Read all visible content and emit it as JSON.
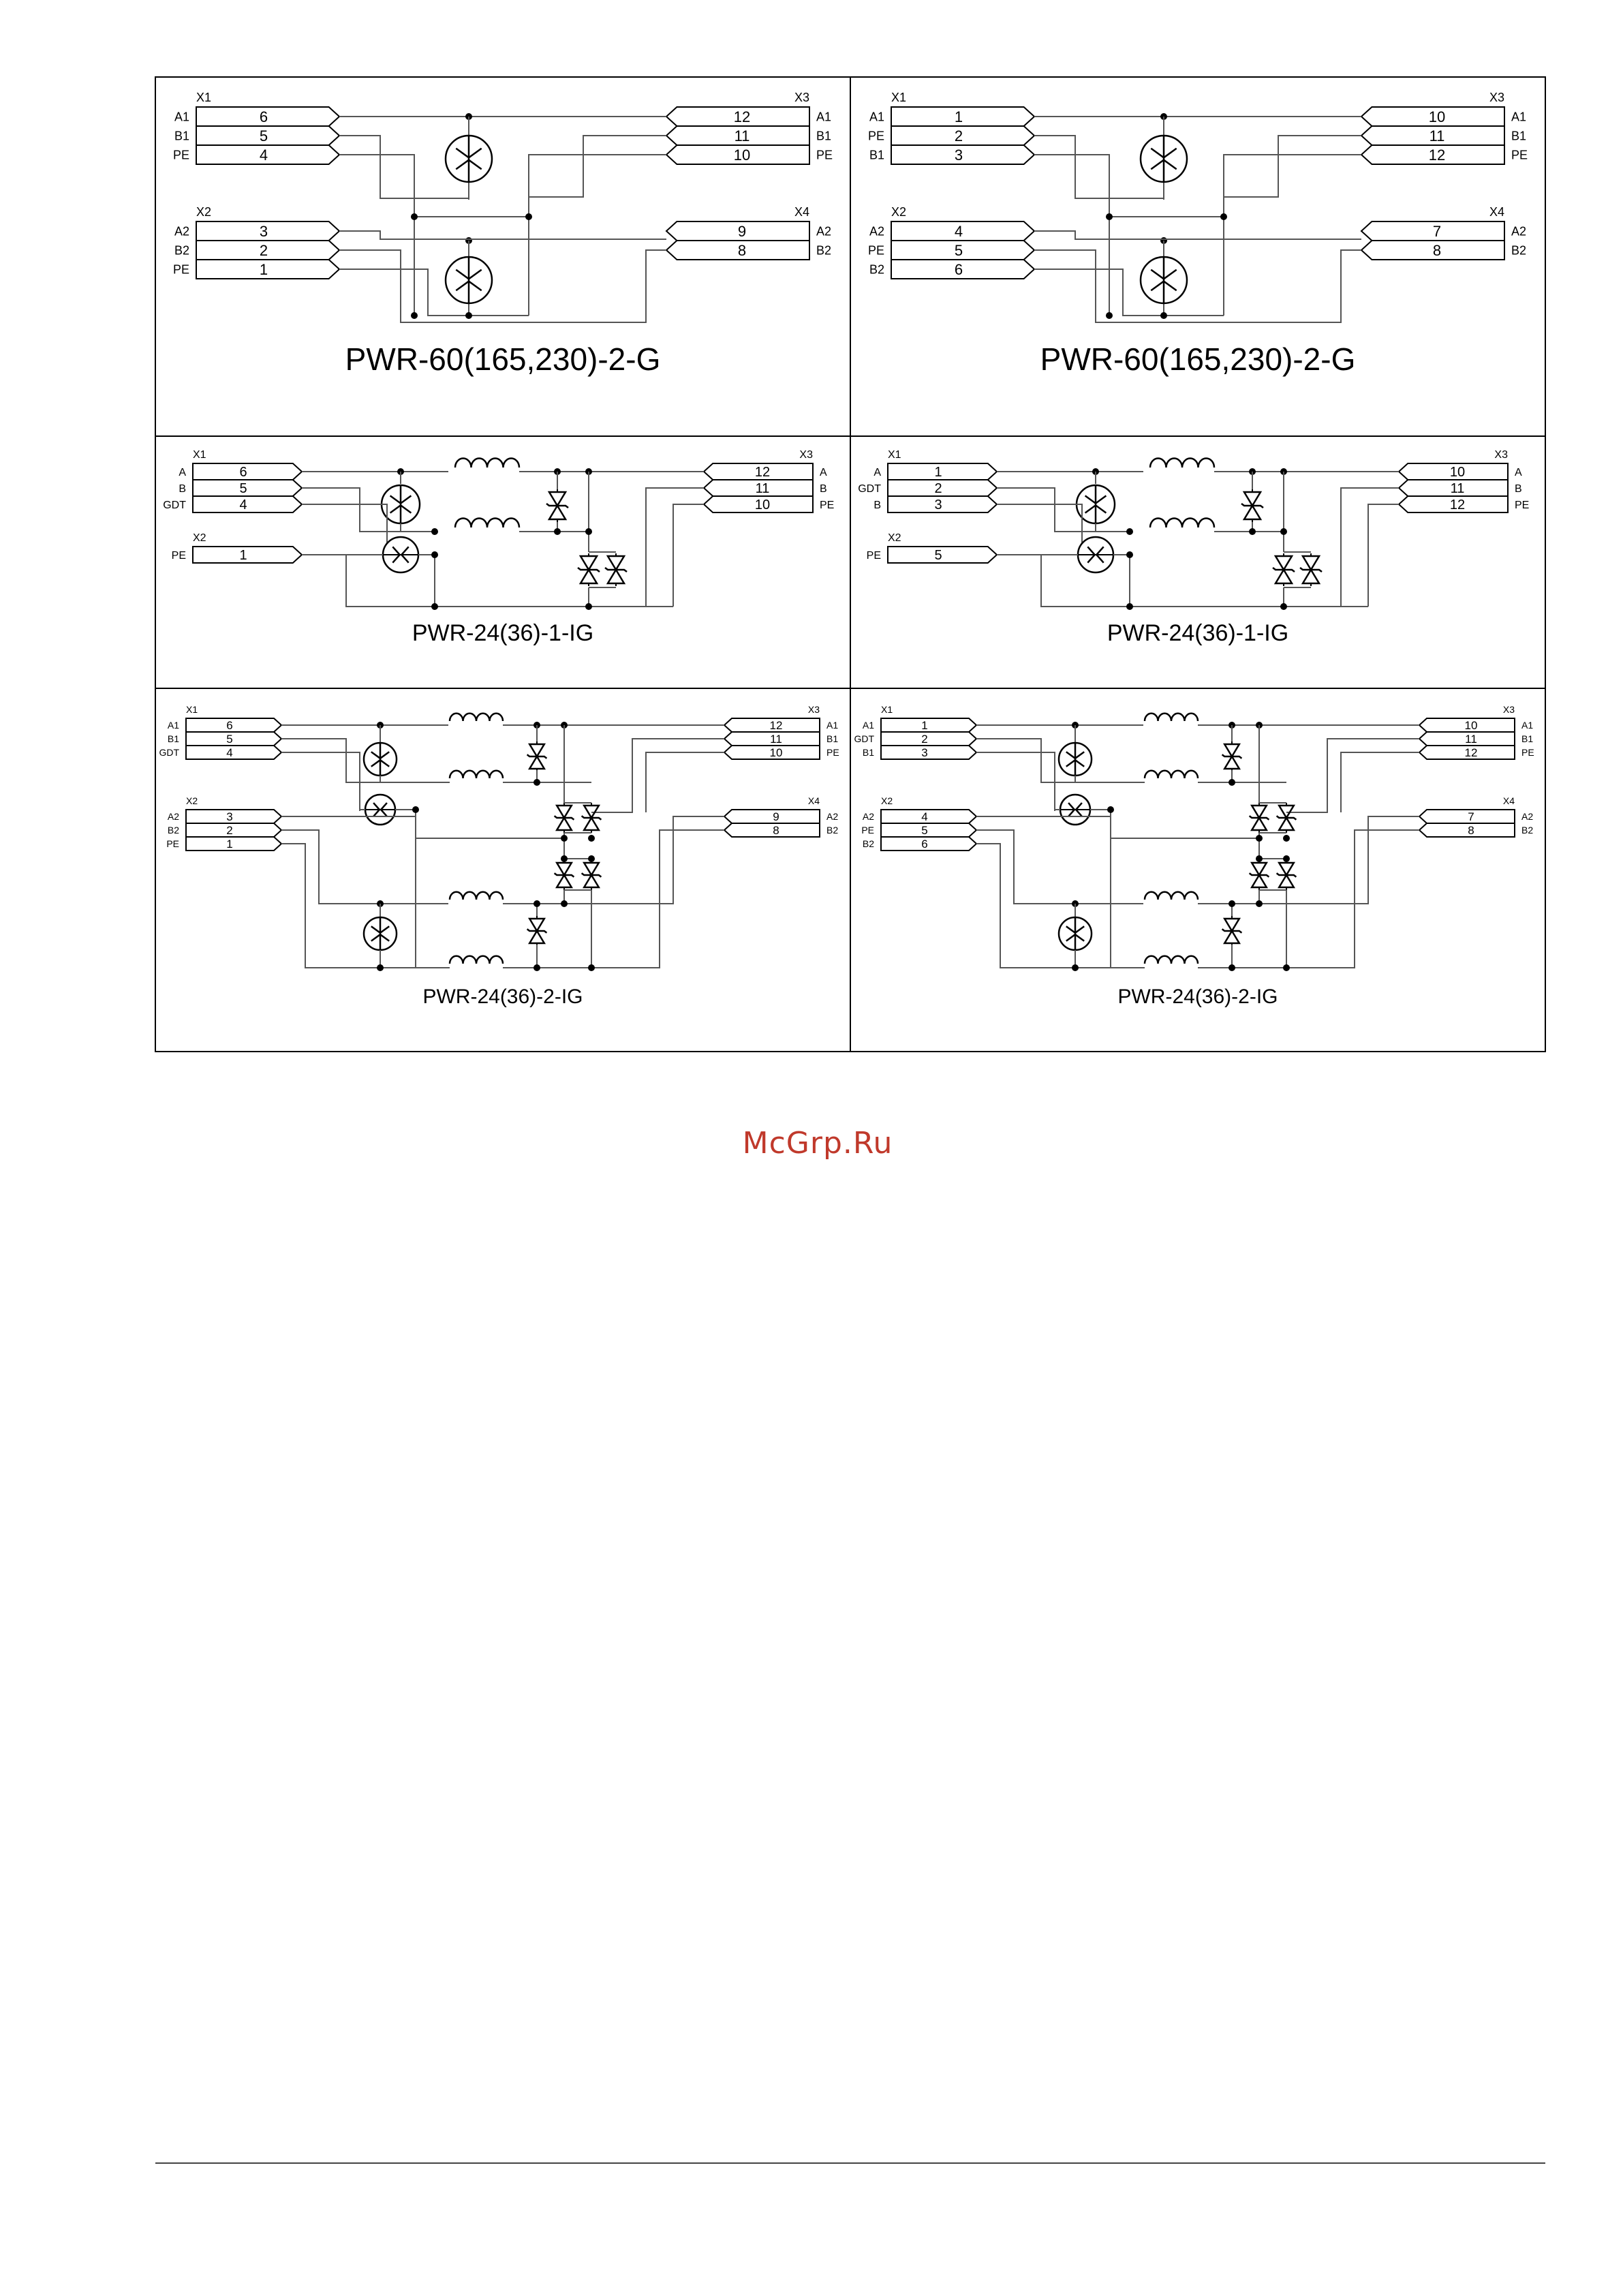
{
  "panels": [
    {
      "id": "p1",
      "type": "gdt2",
      "title": "PWR-60(165,230)-2-G",
      "left_top": {
        "conn": "X1",
        "rows": [
          {
            "label": "A1",
            "pin": "6"
          },
          {
            "label": "B1",
            "pin": "5"
          },
          {
            "label": "PE",
            "pin": "4"
          }
        ]
      },
      "left_bottom": {
        "conn": "X2",
        "rows": [
          {
            "label": "A2",
            "pin": "3"
          },
          {
            "label": "B2",
            "pin": "2"
          },
          {
            "label": "PE",
            "pin": "1"
          }
        ]
      },
      "right_top": {
        "conn": "X3",
        "rows": [
          {
            "label": "A1",
            "pin": "12"
          },
          {
            "label": "B1",
            "pin": "11"
          },
          {
            "label": "PE",
            "pin": "10"
          }
        ]
      },
      "right_bottom": {
        "conn": "X4",
        "rows": [
          {
            "label": "A2",
            "pin": "9"
          },
          {
            "label": "B2",
            "pin": "8"
          }
        ]
      }
    },
    {
      "id": "p2",
      "type": "gdt2",
      "title": "PWR-60(165,230)-2-G",
      "left_top": {
        "conn": "X1",
        "rows": [
          {
            "label": "A1",
            "pin": "1"
          },
          {
            "label": "PE",
            "pin": "2"
          },
          {
            "label": "B1",
            "pin": "3"
          }
        ]
      },
      "left_bottom": {
        "conn": "X2",
        "rows": [
          {
            "label": "A2",
            "pin": "4"
          },
          {
            "label": "PE",
            "pin": "5"
          },
          {
            "label": "B2",
            "pin": "6"
          }
        ]
      },
      "right_top": {
        "conn": "X3",
        "rows": [
          {
            "label": "A1",
            "pin": "10"
          },
          {
            "label": "B1",
            "pin": "11"
          },
          {
            "label": "PE",
            "pin": "12"
          }
        ]
      },
      "right_bottom": {
        "conn": "X4",
        "rows": [
          {
            "label": "A2",
            "pin": "7"
          },
          {
            "label": "B2",
            "pin": "8"
          }
        ]
      }
    },
    {
      "id": "p3",
      "type": "ig1",
      "title": "PWR-24(36)-1-IG",
      "left_top": {
        "conn": "X1",
        "rows": [
          {
            "label": "A",
            "pin": "6"
          },
          {
            "label": "B",
            "pin": "5"
          },
          {
            "label": "GDT",
            "pin": "4"
          }
        ]
      },
      "left_bottom": {
        "conn": "X2",
        "rows": [
          {
            "label": "PE",
            "pin": "1"
          }
        ]
      },
      "right_top": {
        "conn": "X3",
        "rows": [
          {
            "label": "A",
            "pin": "12"
          },
          {
            "label": "B",
            "pin": "11"
          },
          {
            "label": "PE",
            "pin": "10"
          }
        ]
      }
    },
    {
      "id": "p4",
      "type": "ig1",
      "title": "PWR-24(36)-1-IG",
      "left_top": {
        "conn": "X1",
        "rows": [
          {
            "label": "A",
            "pin": "1"
          },
          {
            "label": "GDT",
            "pin": "2"
          },
          {
            "label": "B",
            "pin": "3"
          }
        ]
      },
      "left_bottom": {
        "conn": "X2",
        "rows": [
          {
            "label": "PE",
            "pin": "5"
          }
        ]
      },
      "right_top": {
        "conn": "X3",
        "rows": [
          {
            "label": "A",
            "pin": "10"
          },
          {
            "label": "B",
            "pin": "11"
          },
          {
            "label": "PE",
            "pin": "12"
          }
        ]
      }
    },
    {
      "id": "p5",
      "type": "ig2",
      "title": "PWR-24(36)-2-IG",
      "left_top": {
        "conn": "X1",
        "rows": [
          {
            "label": "A1",
            "pin": "6"
          },
          {
            "label": "B1",
            "pin": "5"
          },
          {
            "label": "GDT",
            "pin": "4"
          }
        ]
      },
      "left_bottom": {
        "conn": "X2",
        "rows": [
          {
            "label": "A2",
            "pin": "3"
          },
          {
            "label": "B2",
            "pin": "2"
          },
          {
            "label": "PE",
            "pin": "1"
          }
        ]
      },
      "right_top": {
        "conn": "X3",
        "rows": [
          {
            "label": "A1",
            "pin": "12"
          },
          {
            "label": "B1",
            "pin": "11"
          },
          {
            "label": "PE",
            "pin": "10"
          }
        ]
      },
      "right_bottom": {
        "conn": "X4",
        "rows": [
          {
            "label": "A2",
            "pin": "9"
          },
          {
            "label": "B2",
            "pin": "8"
          }
        ]
      }
    },
    {
      "id": "p6",
      "type": "ig2",
      "title": "PWR-24(36)-2-IG",
      "left_top": {
        "conn": "X1",
        "rows": [
          {
            "label": "A1",
            "pin": "1"
          },
          {
            "label": "GDT",
            "pin": "2"
          },
          {
            "label": "B1",
            "pin": "3"
          }
        ]
      },
      "left_bottom": {
        "conn": "X2",
        "rows": [
          {
            "label": "A2",
            "pin": "4"
          },
          {
            "label": "PE",
            "pin": "5"
          },
          {
            "label": "B2",
            "pin": "6"
          }
        ]
      },
      "right_top": {
        "conn": "X3",
        "rows": [
          {
            "label": "A1",
            "pin": "10"
          },
          {
            "label": "B1",
            "pin": "11"
          },
          {
            "label": "PE",
            "pin": "12"
          }
        ]
      },
      "right_bottom": {
        "conn": "X4",
        "rows": [
          {
            "label": "A2",
            "pin": "7"
          },
          {
            "label": "B2",
            "pin": "8"
          }
        ]
      }
    }
  ],
  "watermark": "McGrp.Ru",
  "colors": {
    "line": "#000000",
    "wire": "#555555",
    "watermark": "#c0392b"
  }
}
